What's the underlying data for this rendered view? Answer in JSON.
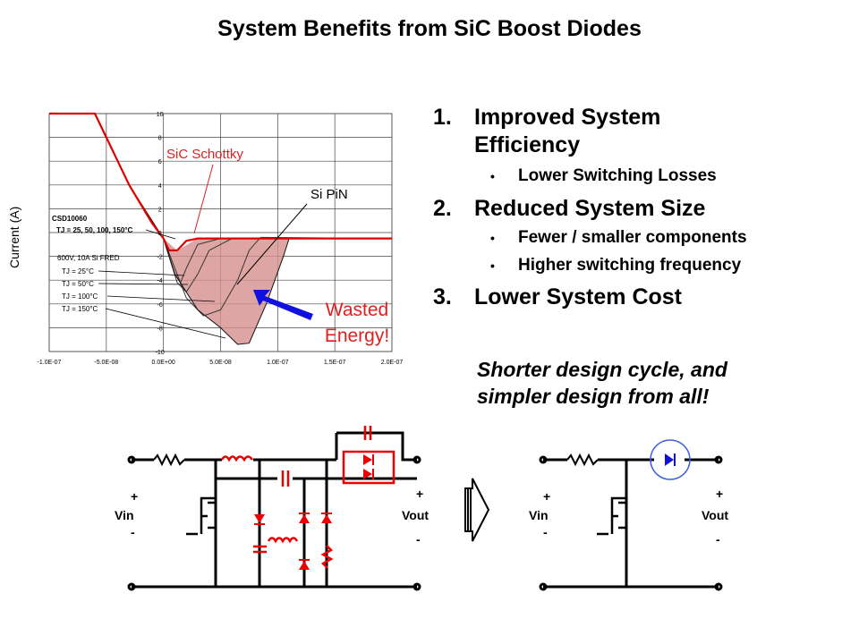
{
  "title": "System Benefits from SiC Boost Diodes",
  "list": [
    {
      "num": "1.",
      "text": "Improved System Efficiency",
      "subs": [
        "Lower Switching Losses"
      ]
    },
    {
      "num": "2.",
      "text": "Reduced System Size",
      "subs": [
        "Fewer / smaller components",
        "Higher switching frequency"
      ]
    },
    {
      "num": "3.",
      "text": "Lower System Cost",
      "subs": []
    }
  ],
  "bullet": "•",
  "note": {
    "line1": "Shorter design cycle, and",
    "line2": "simpler  design from all!"
  },
  "chart_data": {
    "type": "line",
    "ylabel": "Current (A)",
    "xlabel": "",
    "xlim": [
      -1e-07,
      2e-07
    ],
    "ylim": [
      -10,
      10
    ],
    "xticks": [
      "-1.0E-07",
      "-5.0E-08",
      "0.0E+00",
      "5.0E-08",
      "1.0E-07",
      "1.5E-07",
      "2.0E-07"
    ],
    "yticks": [
      "10",
      "8",
      "6",
      "4",
      "2",
      "0",
      "-2",
      "-4",
      "-6",
      "-8",
      "-10"
    ],
    "grid": true,
    "annotations": {
      "sic": "SiC Schottky",
      "sipin": "Si PiN",
      "wasted1": "Wasted",
      "wasted2": "Energy!",
      "csd": "CSD10060",
      "csd_tj": "TJ = 25, 50, 100, 150°C",
      "fred": "600V, 10A Si FRED",
      "t25": "TJ = 25°C",
      "t50": "TJ = 50°C",
      "t100": "TJ = 100°C",
      "t150": "TJ = 150°C"
    },
    "series": [
      {
        "name": "Si FRED 25°C",
        "color": "#333333",
        "x": [
          0,
          1e-08,
          1.5e-08,
          2e-08,
          3e-08,
          5e-08,
          2e-07
        ],
        "y": [
          -0.5,
          -3.5,
          -4.2,
          -3,
          -1,
          -0.5,
          -0.5
        ]
      },
      {
        "name": "Si FRED 50°C",
        "color": "#333333",
        "x": [
          0,
          1.2e-08,
          2e-08,
          3e-08,
          4e-08,
          6e-08,
          2e-07
        ],
        "y": [
          -0.5,
          -4.2,
          -5,
          -3.5,
          -1.5,
          -0.5,
          -0.5
        ]
      },
      {
        "name": "Si FRED 100°C",
        "color": "#333333",
        "x": [
          0,
          2e-08,
          3.5e-08,
          5e-08,
          6.5e-08,
          7.5e-08,
          8.5e-08,
          2e-07
        ],
        "y": [
          -0.5,
          -5.5,
          -7,
          -6.5,
          -4,
          -1.5,
          -0.4,
          -0.5
        ]
      },
      {
        "name": "Si FRED 150°C",
        "color": "#111111",
        "x": [
          -1e-07,
          -6e-08,
          -5e-08,
          -3e-08,
          -1e-08,
          0,
          1e-08,
          3e-08,
          5e-08,
          6.5e-08,
          7.5e-08,
          9e-08,
          1.05e-07,
          1.1e-07,
          2e-07
        ],
        "y": [
          10,
          10,
          8,
          4,
          1,
          -0.5,
          -3.5,
          -6.5,
          -8,
          -9.4,
          -9.3,
          -6,
          -2,
          -0.5,
          -0.5
        ]
      },
      {
        "name": "SiC Schottky",
        "color": "#e00000",
        "x": [
          -1e-07,
          -6e-08,
          -5e-08,
          -3e-08,
          -1e-08,
          0,
          5e-09,
          1.2e-08,
          2e-08,
          3e-08,
          2e-07
        ],
        "y": [
          10,
          10,
          8,
          4,
          0.8,
          -0.5,
          -1.5,
          -1.5,
          -0.7,
          -0.5,
          -0.5
        ]
      }
    ]
  },
  "circuit": {
    "vin": "Vin",
    "vout": "Vout",
    "plus": "+",
    "minus": "-"
  }
}
